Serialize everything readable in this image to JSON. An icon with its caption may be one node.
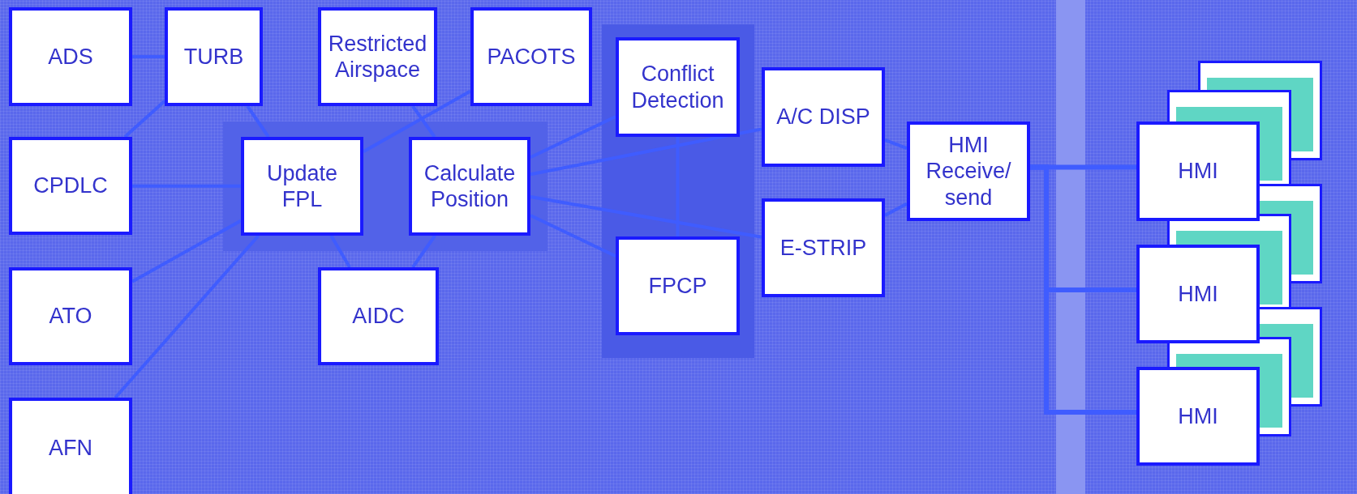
{
  "diagram": {
    "nodes": [
      {
        "text": [
          "ADS"
        ]
      },
      {
        "text": [
          "TURB"
        ]
      },
      {
        "text": [
          "Restricted Airspace"
        ]
      },
      {
        "text": [
          "PACOTS"
        ]
      },
      {
        "text": [
          "Conflict Detection"
        ]
      },
      {
        "text": [
          "CPDLC"
        ]
      },
      {
        "text": [
          "Update FPL"
        ]
      },
      {
        "text": [
          "Calculate Position"
        ]
      },
      {
        "text": [
          "A/C DISP"
        ]
      },
      {
        "text": [
          "HMI Receive/ send"
        ]
      },
      {
        "text": [
          "E-STRIP"
        ]
      },
      {
        "text": [
          "HMI"
        ]
      },
      {
        "text": [
          "ATO"
        ]
      },
      {
        "text": [
          "AIDC"
        ]
      },
      {
        "text": [
          "FPCP"
        ]
      },
      {
        "text": [
          "HMI"
        ]
      },
      {
        "text": [
          "AFN"
        ]
      },
      {
        "text": [
          "HMI"
        ]
      }
    ],
    "edges": [
      {
        "from": 0,
        "to": 1,
        "arrow": "none"
      },
      {
        "from": 5,
        "to": 1,
        "arrow": "none"
      },
      {
        "from": 1,
        "to": 6,
        "arrow": "none"
      },
      {
        "from": 5,
        "to": 6,
        "arrow": "none"
      },
      {
        "from": 12,
        "to": 6,
        "arrow": "none"
      },
      {
        "from": 16,
        "to": 6,
        "arrow": "none"
      },
      {
        "from": 6,
        "to": 3,
        "arrow": "none"
      },
      {
        "from": 2,
        "to": 7,
        "arrow": "none"
      },
      {
        "from": 6,
        "to": 13,
        "arrow": "none"
      },
      {
        "from": 7,
        "to": 13,
        "arrow": "none"
      },
      {
        "from": 7,
        "to": 4,
        "arrow": "none"
      },
      {
        "from": 7,
        "to": 8,
        "arrow": "none"
      },
      {
        "from": 7,
        "to": 10,
        "arrow": "none"
      },
      {
        "from": 7,
        "to": 14,
        "arrow": "none"
      },
      {
        "from": 4,
        "to": 14,
        "arrow": "none"
      },
      {
        "from": 8,
        "to": 9,
        "arrow": "none"
      },
      {
        "from": 10,
        "to": 9,
        "arrow": "none"
      },
      {
        "from": 9,
        "to": 11,
        "arrow": "none"
      },
      {
        "from": 9,
        "to": 15,
        "arrow": "none"
      },
      {
        "from": 9,
        "to": 17,
        "arrow": "none"
      }
    ]
  }
}
